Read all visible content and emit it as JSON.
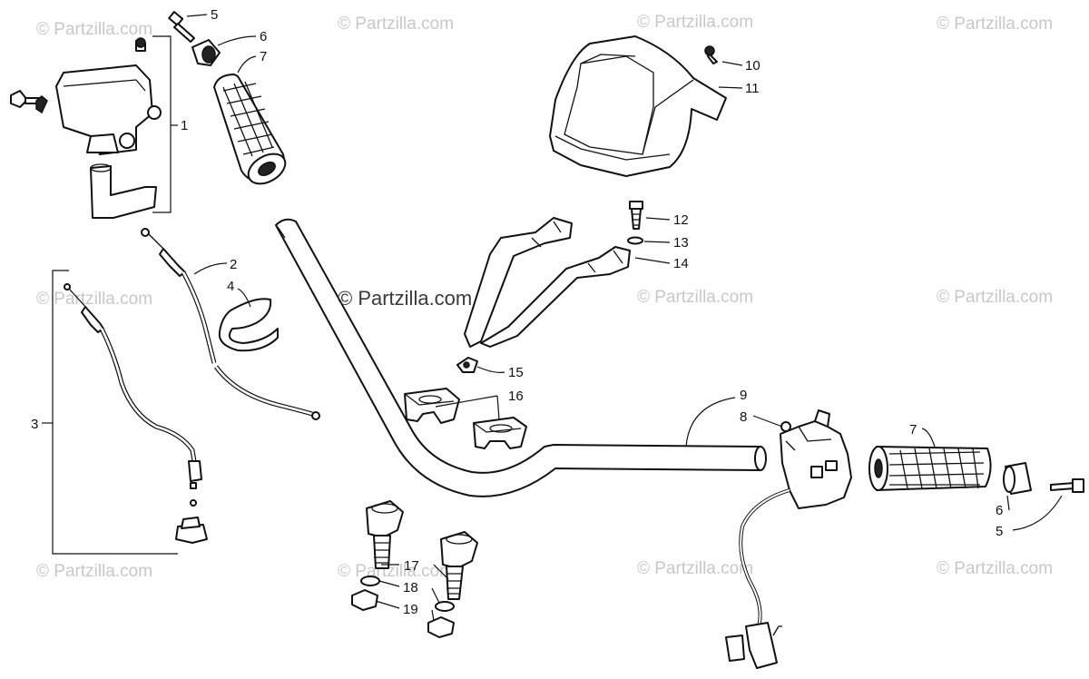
{
  "watermarks": {
    "main": "© Partzilla.com",
    "faded": "© Partzilla.com"
  },
  "callouts": {
    "c1": "1",
    "c2": "2",
    "c3": "3",
    "c4": "4",
    "c5a": "5",
    "c5b": "5",
    "c6a": "6",
    "c6b": "6",
    "c7a": "7",
    "c7b": "7",
    "c8": "8",
    "c9": "9",
    "c10": "10",
    "c11": "11",
    "c12": "12",
    "c13": "13",
    "c14": "14",
    "c15": "15",
    "c16": "16",
    "c17": "17",
    "c18": "18",
    "c19": "19"
  },
  "colors": {
    "line": "#111111",
    "watermark": "#c8c8c8"
  }
}
